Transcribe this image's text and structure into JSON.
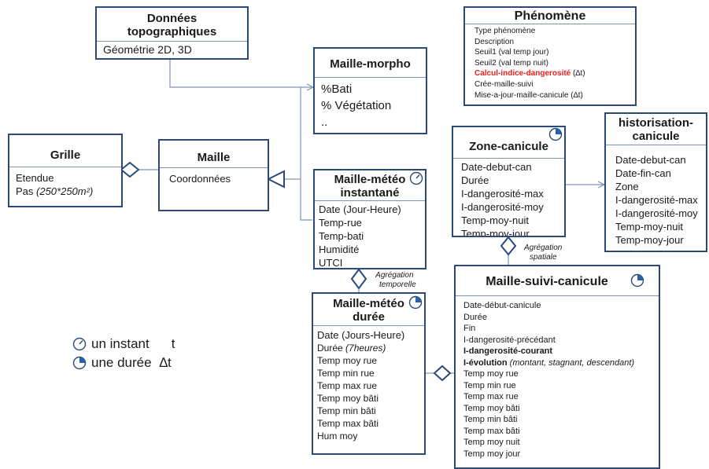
{
  "colors": {
    "border": "#2b4a7a",
    "line": "#7f93b6",
    "highlight": "#e8201e"
  },
  "boxes": {
    "donnees": {
      "title": "Données topographiques",
      "attrs": [
        "Géométrie 2D, 3D"
      ]
    },
    "phenomene": {
      "title": "Phénomène",
      "attrs": [
        "Type phénomène",
        "Description",
        "Seuil1 (val temp jour)",
        "Seuil2 (val temp nuit)",
        "Calcul-indice-dangerosité",
        "Crée-maille-suivi",
        "Mise-a-jour-maille-canicule  (∆t)"
      ],
      "calcul_suffix": " (∆t)"
    },
    "maille_morpho": {
      "title": "Maille-morpho",
      "attrs": [
        "%Bati",
        "% Végétation",
        ".."
      ]
    },
    "grille": {
      "title": "Grille",
      "attrs": [
        "Etendue",
        "Pas "
      ],
      "pas_italic": "(250*250m²)"
    },
    "maille": {
      "title": "Maille",
      "attrs": [
        "Coordonnées"
      ]
    },
    "maille_meteo_inst": {
      "title_l1": "Maille-météo",
      "title_l2": "instantané",
      "attrs": [
        "Date (Jour-Heure)",
        "Temp-rue",
        "Temp-bati",
        "Humidité",
        "UTCI"
      ]
    },
    "zone_canicule": {
      "title": "Zone-canicule",
      "attrs": [
        "Date-debut-can",
        "Durée",
        "I-dangerosité-max",
        "I-dangerosité-moy",
        "Temp-moy-nuit",
        "Temp-moy-jour"
      ]
    },
    "historisation": {
      "title_l1": "historisation-",
      "title_l2": "canicule",
      "attrs": [
        "Date-debut-can",
        "Date-fin-can",
        "Zone",
        "I-dangerosité-max",
        "I-dangerosité-moy",
        "Temp-moy-nuit",
        "Temp-moy-jour"
      ]
    },
    "maille_meteo_duree": {
      "title_l1": "Maille-météo",
      "title_l2": "durée",
      "attrs": [
        "Date (Jours-Heure)",
        "Durée ",
        "Temp moy rue",
        "Temp min rue",
        "Temp max rue",
        "Temp moy bâti",
        "Temp min bâti",
        "Temp max bâti",
        "Hum moy"
      ],
      "duree_italic": "(7heures)"
    },
    "maille_suivi": {
      "title": "Maille-suivi-canicule",
      "attrs": [
        "Date-début-canicule",
        "Durée",
        "Fin",
        "I-dangerosité-précédant",
        "I-dangerosité-courant",
        "I-évolution",
        "Temp moy rue",
        "Temp min rue",
        "Temp max rue",
        "Temp moy bâti",
        "Temp min bâti",
        "Temp max bâti",
        "Temp moy nuit",
        "Temp moy jour"
      ],
      "evolution_italic": " (montant, stagnant, descendant)"
    }
  },
  "notes": {
    "agregation_temporelle": {
      "l1": "Agrégation",
      "l2": "temporelle"
    },
    "agregation_spatiale": {
      "l1": "Agrégation",
      "l2": "spatiale"
    }
  },
  "legend": {
    "instant": {
      "label": "un instant",
      "symbol": "t",
      "icon": "instant-clock-icon"
    },
    "duree": {
      "label": "une durée",
      "symbol": "∆t",
      "icon": "duration-clock-icon"
    }
  }
}
